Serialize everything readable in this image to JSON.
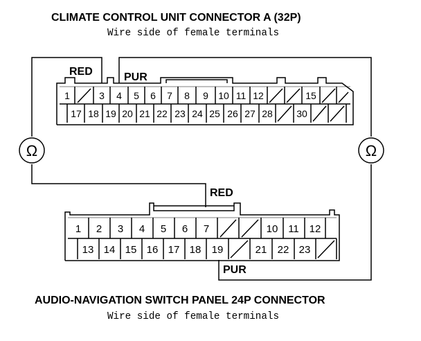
{
  "top_connector": {
    "title": "CLIMATE CONTROL UNIT CONNECTOR A (32P)",
    "subtitle": "Wire side of female terminals",
    "row1": [
      "1",
      "",
      "3",
      "4",
      "5",
      "6",
      "7",
      "8",
      "9",
      "10",
      "11",
      "12",
      "",
      "",
      "15",
      ""
    ],
    "row2": [
      "17",
      "18",
      "19",
      "20",
      "21",
      "22",
      "23",
      "24",
      "25",
      "26",
      "27",
      "28",
      "",
      "30",
      "",
      ""
    ],
    "wire_left_label": "RED",
    "wire_right_label": "PUR"
  },
  "bottom_connector": {
    "title": "AUDIO-NAVIGATION SWITCH PANEL 24P CONNECTOR",
    "subtitle": "Wire side of female terminals",
    "row1": [
      "1",
      "2",
      "3",
      "4",
      "5",
      "6",
      "7",
      "",
      "",
      "10",
      "11",
      "12"
    ],
    "row2": [
      "",
      "13",
      "14",
      "15",
      "16",
      "17",
      "18",
      "19",
      "",
      "21",
      "22",
      "23",
      ""
    ],
    "wire_top_label": "RED",
    "wire_bottom_label": "PUR"
  },
  "meters": {
    "left_symbol": "Ω",
    "right_symbol": "Ω"
  }
}
